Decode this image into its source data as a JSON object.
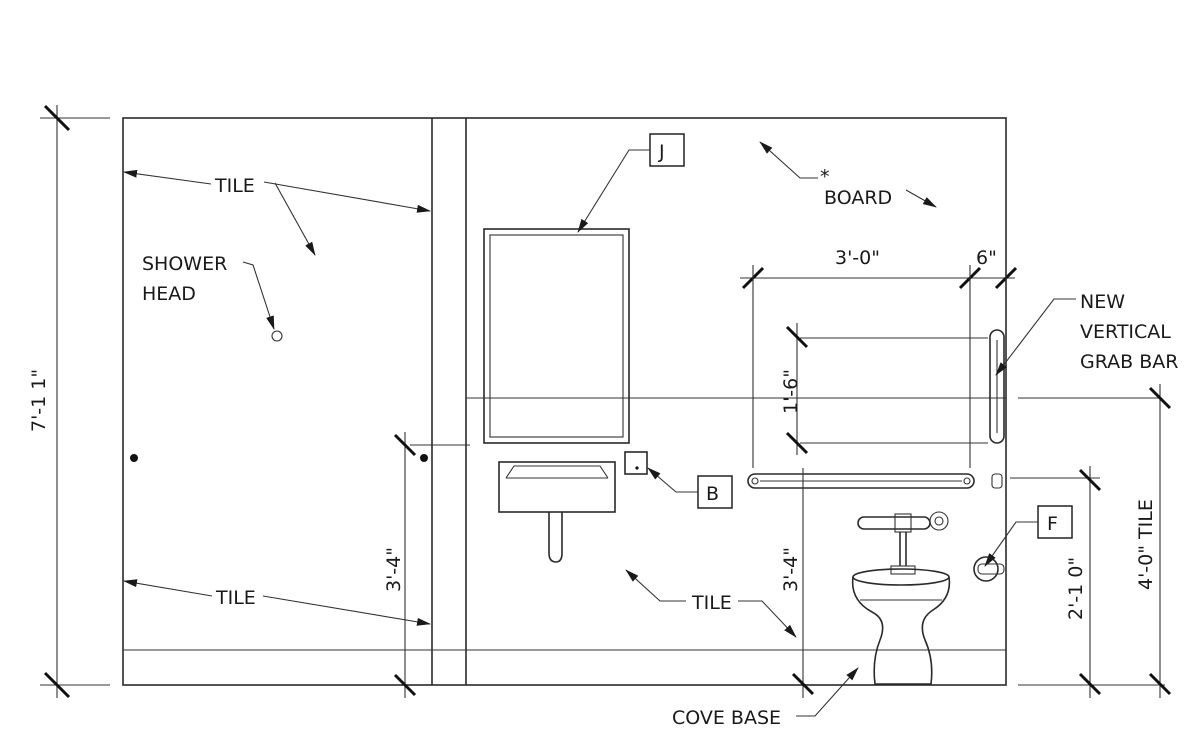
{
  "labels": {
    "tile_upper": "TILE",
    "tile_lower_left": "TILE",
    "tile_lower_right": "TILE",
    "shower_head_line1": "SHOWER",
    "shower_head_line2": "HEAD",
    "board_asterisk": "*",
    "board": "BOARD",
    "new_grab_bar_line1": "NEW",
    "new_grab_bar_line2": "VERTICAL",
    "new_grab_bar_line3": "GRAB BAR",
    "cove_base": "COVE BASE"
  },
  "tags": {
    "j": "J",
    "b": "B",
    "f": "F"
  },
  "dimensions": {
    "overall_height": "7'-1 1\"",
    "grab_bar_width": "3'-0\"",
    "grab_bar_offset": "6\"",
    "vertical_grab_bar_height": "1'-6\"",
    "mirror_to_floor": "3'-4\"",
    "grab_bar_to_floor": "3'-4\"",
    "dispenser_height": "2'-1 0\"",
    "tile_height": "4'-0\" TILE"
  }
}
